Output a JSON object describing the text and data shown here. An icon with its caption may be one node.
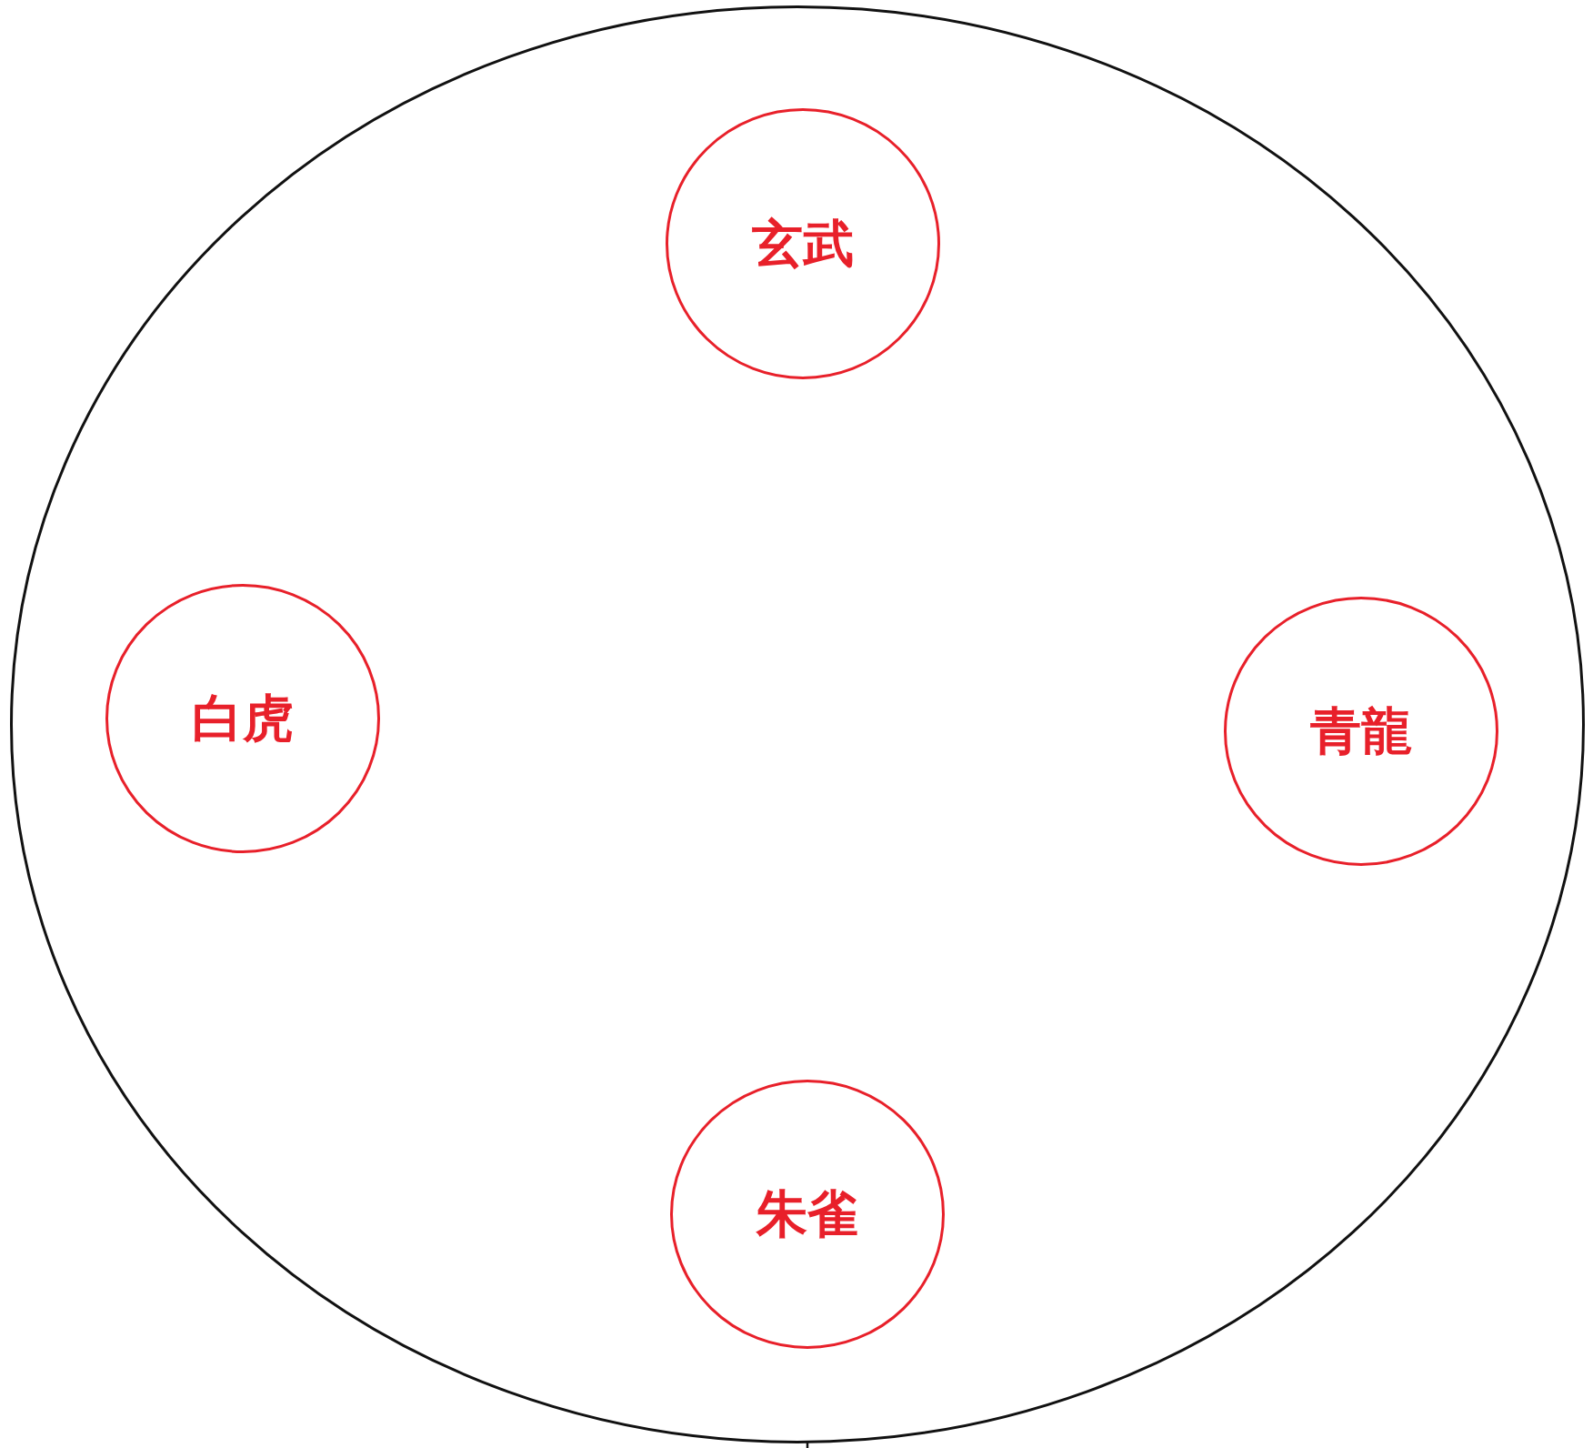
{
  "diagram": {
    "nodes": [
      {
        "text": [],
        "shape": "circle"
      },
      {
        "text": [
          "玄武"
        ],
        "in": 0
      },
      {
        "text": [
          "白虎"
        ],
        "in": 0
      },
      {
        "text": [
          "青龍"
        ],
        "in": 0
      },
      {
        "text": [
          "朱雀"
        ],
        "in": 0
      }
    ]
  }
}
